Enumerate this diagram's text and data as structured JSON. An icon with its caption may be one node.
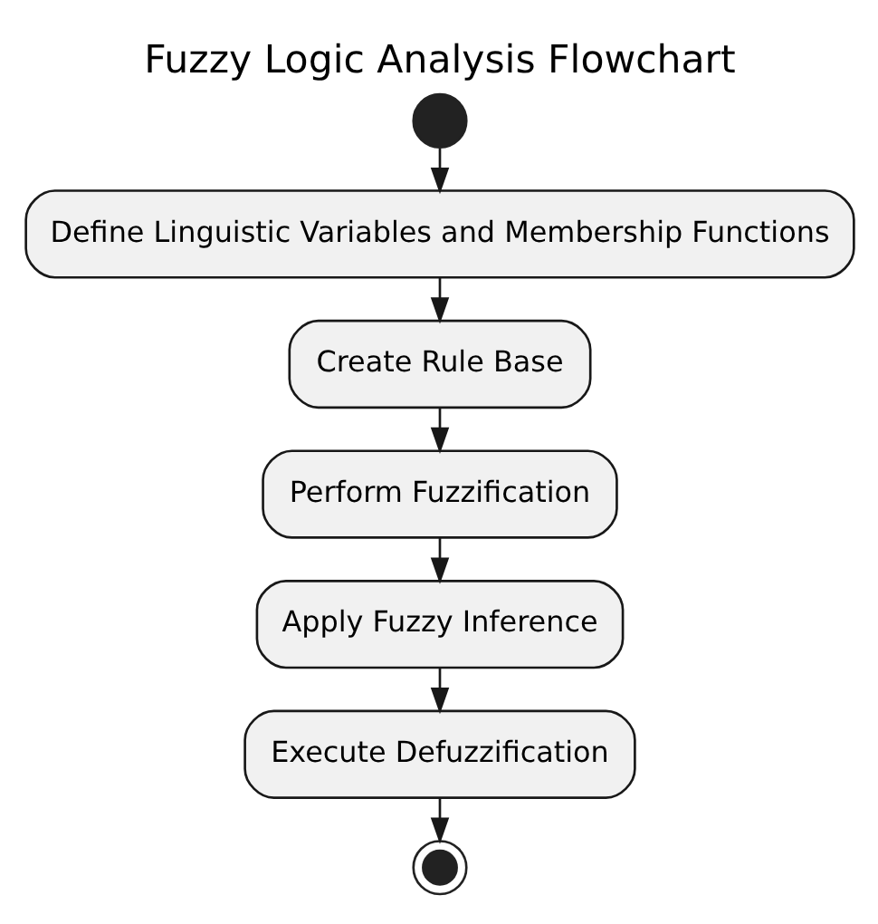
{
  "diagram": {
    "title": "Fuzzy Logic Analysis Flowchart",
    "nodes": [
      {
        "text": [],
        "shape": "circle"
      },
      {
        "text": [
          "Define Linguistic Variables and Membership Functions"
        ]
      },
      {
        "text": [
          "Create Rule Base"
        ]
      },
      {
        "text": [
          "Perform Fuzzification"
        ]
      },
      {
        "text": [
          "Apply Fuzzy Inference"
        ]
      },
      {
        "text": [
          "Execute Defuzzification"
        ]
      },
      {
        "text": [],
        "shape": "circle"
      }
    ],
    "edges": [
      {
        "from": 0,
        "to": 1,
        "arrow": "to"
      },
      {
        "from": 1,
        "to": 2,
        "arrow": "to"
      },
      {
        "from": 2,
        "to": 3,
        "arrow": "to"
      },
      {
        "from": 3,
        "to": 4,
        "arrow": "to"
      },
      {
        "from": 4,
        "to": 5,
        "arrow": "to"
      },
      {
        "from": 5,
        "to": 6,
        "arrow": "to"
      }
    ]
  }
}
